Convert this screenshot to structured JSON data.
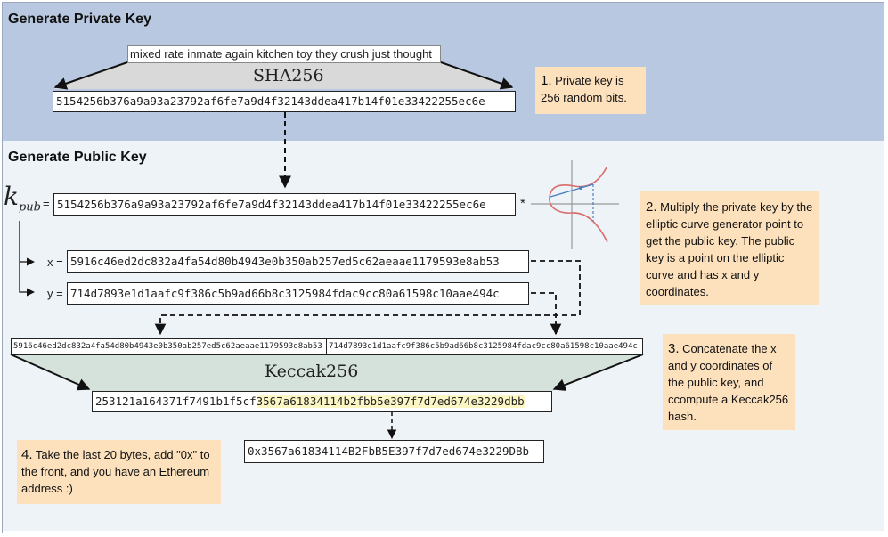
{
  "private_section": {
    "title": "Generate Private Key",
    "passphrase": "mixed rate inmate again kitchen toy they crush just thought",
    "hash_name": "SHA256",
    "private_key": "5154256b376a9a93a23792af6fe7a9d4f32143ddea417b14f01e33422255ec6e",
    "note_num": "1.",
    "note_text": "Private key is 256 random bits."
  },
  "public_section": {
    "title": "Generate Public Key",
    "kpub_symbol": "k",
    "kpub_sub": "pub",
    "equals": "=",
    "private_key": "5154256b376a9a93a23792af6fe7a9d4f32143ddea417b14f01e33422255ec6e",
    "multiply": "*",
    "x_label": "x =",
    "x_value": "5916c46ed2dc832a4fa54d80b4943e0b350ab257ed5c62aeaae1179593e8ab53",
    "y_label": "y =",
    "y_value": "714d7893e1d1aafc9f386c5b9ad66b8c3125984fdac9cc80a61598c10aae494c",
    "note_num": "2.",
    "note_text": "Multiply the private key by the elliptic curve generator point to get the public key. The public key is a point on the elliptic curve and has x and y coordinates."
  },
  "keccak": {
    "concat_x": "5916c46ed2dc832a4fa54d80b4943e0b350ab257ed5c62aeaae1179593e8ab53",
    "concat_y": "714d7893e1d1aafc9f386c5b9ad66b8c3125984fdac9cc80a61598c10aae494c",
    "hash_name": "Keccak256",
    "hash_prefix": "253121a164371f7491b1f5cf",
    "hash_suffix": "3567a61834114b2fbb5e397f7d7ed674e3229dbb",
    "note_num": "3.",
    "note_text": "Concatenate the x and y coordinates of the public key, and ccompute a Keccak256 hash."
  },
  "address": {
    "value": "0x3567a61834114B2FbB5E397f7d7ed674e3229DBb",
    "note_num": "4.",
    "note_text": "Take the last 20 bytes, add \"0x\" to the front, and you have an Ethereum address :)"
  },
  "colors": {
    "top_panel": "#b8c8e0",
    "bottom_panel": "#eef3f8",
    "note_bg": "#fde1bd",
    "funnel_sha": "#d9d9d9",
    "funnel_keccak": "#d5e2db",
    "highlight": "#fbf6c4",
    "curve": "#d96b6b"
  }
}
